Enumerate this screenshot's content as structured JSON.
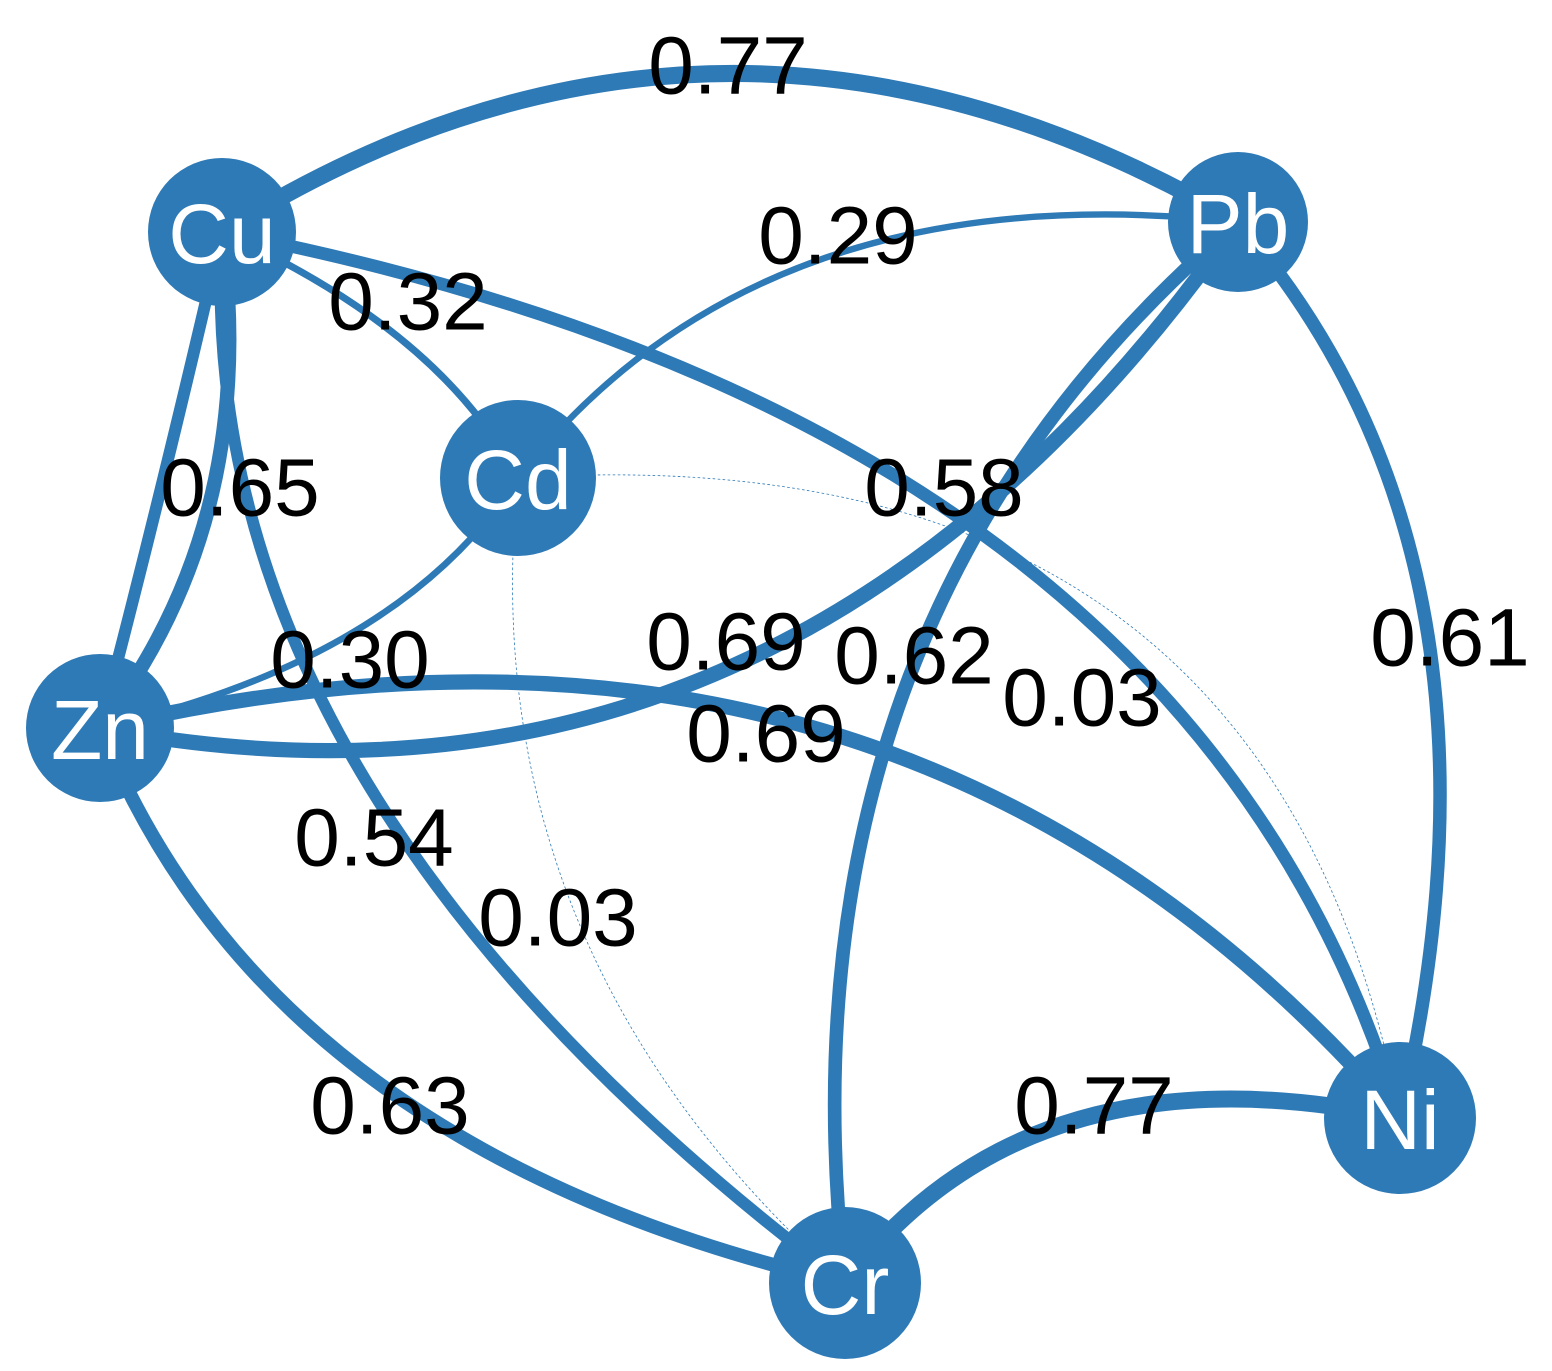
{
  "colors": {
    "edge": "#2e7ab6",
    "node": "#2e7ab6",
    "node_label": "#ffffff",
    "edge_label": "#000000"
  },
  "nodes": [
    {
      "id": "Cu",
      "label": "Cu"
    },
    {
      "id": "Pb",
      "label": "Pb"
    },
    {
      "id": "Cd",
      "label": "Cd"
    },
    {
      "id": "Zn",
      "label": "Zn"
    },
    {
      "id": "Ni",
      "label": "Ni"
    },
    {
      "id": "Cr",
      "label": "Cr"
    }
  ],
  "edges": [
    {
      "from": "Cu",
      "to": "Pb",
      "weight": 0.77,
      "label": "0.77"
    },
    {
      "from": "Cd",
      "to": "Pb",
      "weight": 0.29,
      "label": "0.29"
    },
    {
      "from": "Cu",
      "to": "Cd",
      "weight": 0.32,
      "label": "0.32"
    },
    {
      "from": "Cu",
      "to": "Zn",
      "weight": 0.65,
      "label": "0.65"
    },
    {
      "from": "Cu",
      "to": "Ni",
      "weight": 0.58,
      "label": "0.58"
    },
    {
      "from": "Zn",
      "to": "Pb",
      "weight": 0.69,
      "label": "0.69"
    },
    {
      "from": "Pb",
      "to": "Cr",
      "weight": 0.62,
      "label": "0.62"
    },
    {
      "from": "Cd",
      "to": "Ni",
      "weight": 0.03,
      "label": "0.03"
    },
    {
      "from": "Pb",
      "to": "Ni",
      "weight": 0.61,
      "label": "0.61"
    },
    {
      "from": "Zn",
      "to": "Cd",
      "weight": 0.3,
      "label": "0.30"
    },
    {
      "from": "Zn",
      "to": "Ni",
      "weight": 0.69,
      "label": "0.69"
    },
    {
      "from": "Cu",
      "to": "Cr",
      "weight": 0.54,
      "label": "0.54"
    },
    {
      "from": "Cd",
      "to": "Cr",
      "weight": 0.03,
      "label": "0.03"
    },
    {
      "from": "Zn",
      "to": "Cr",
      "weight": 0.63,
      "label": "0.63"
    },
    {
      "from": "Cr",
      "to": "Ni",
      "weight": 0.77,
      "label": "0.77"
    }
  ]
}
